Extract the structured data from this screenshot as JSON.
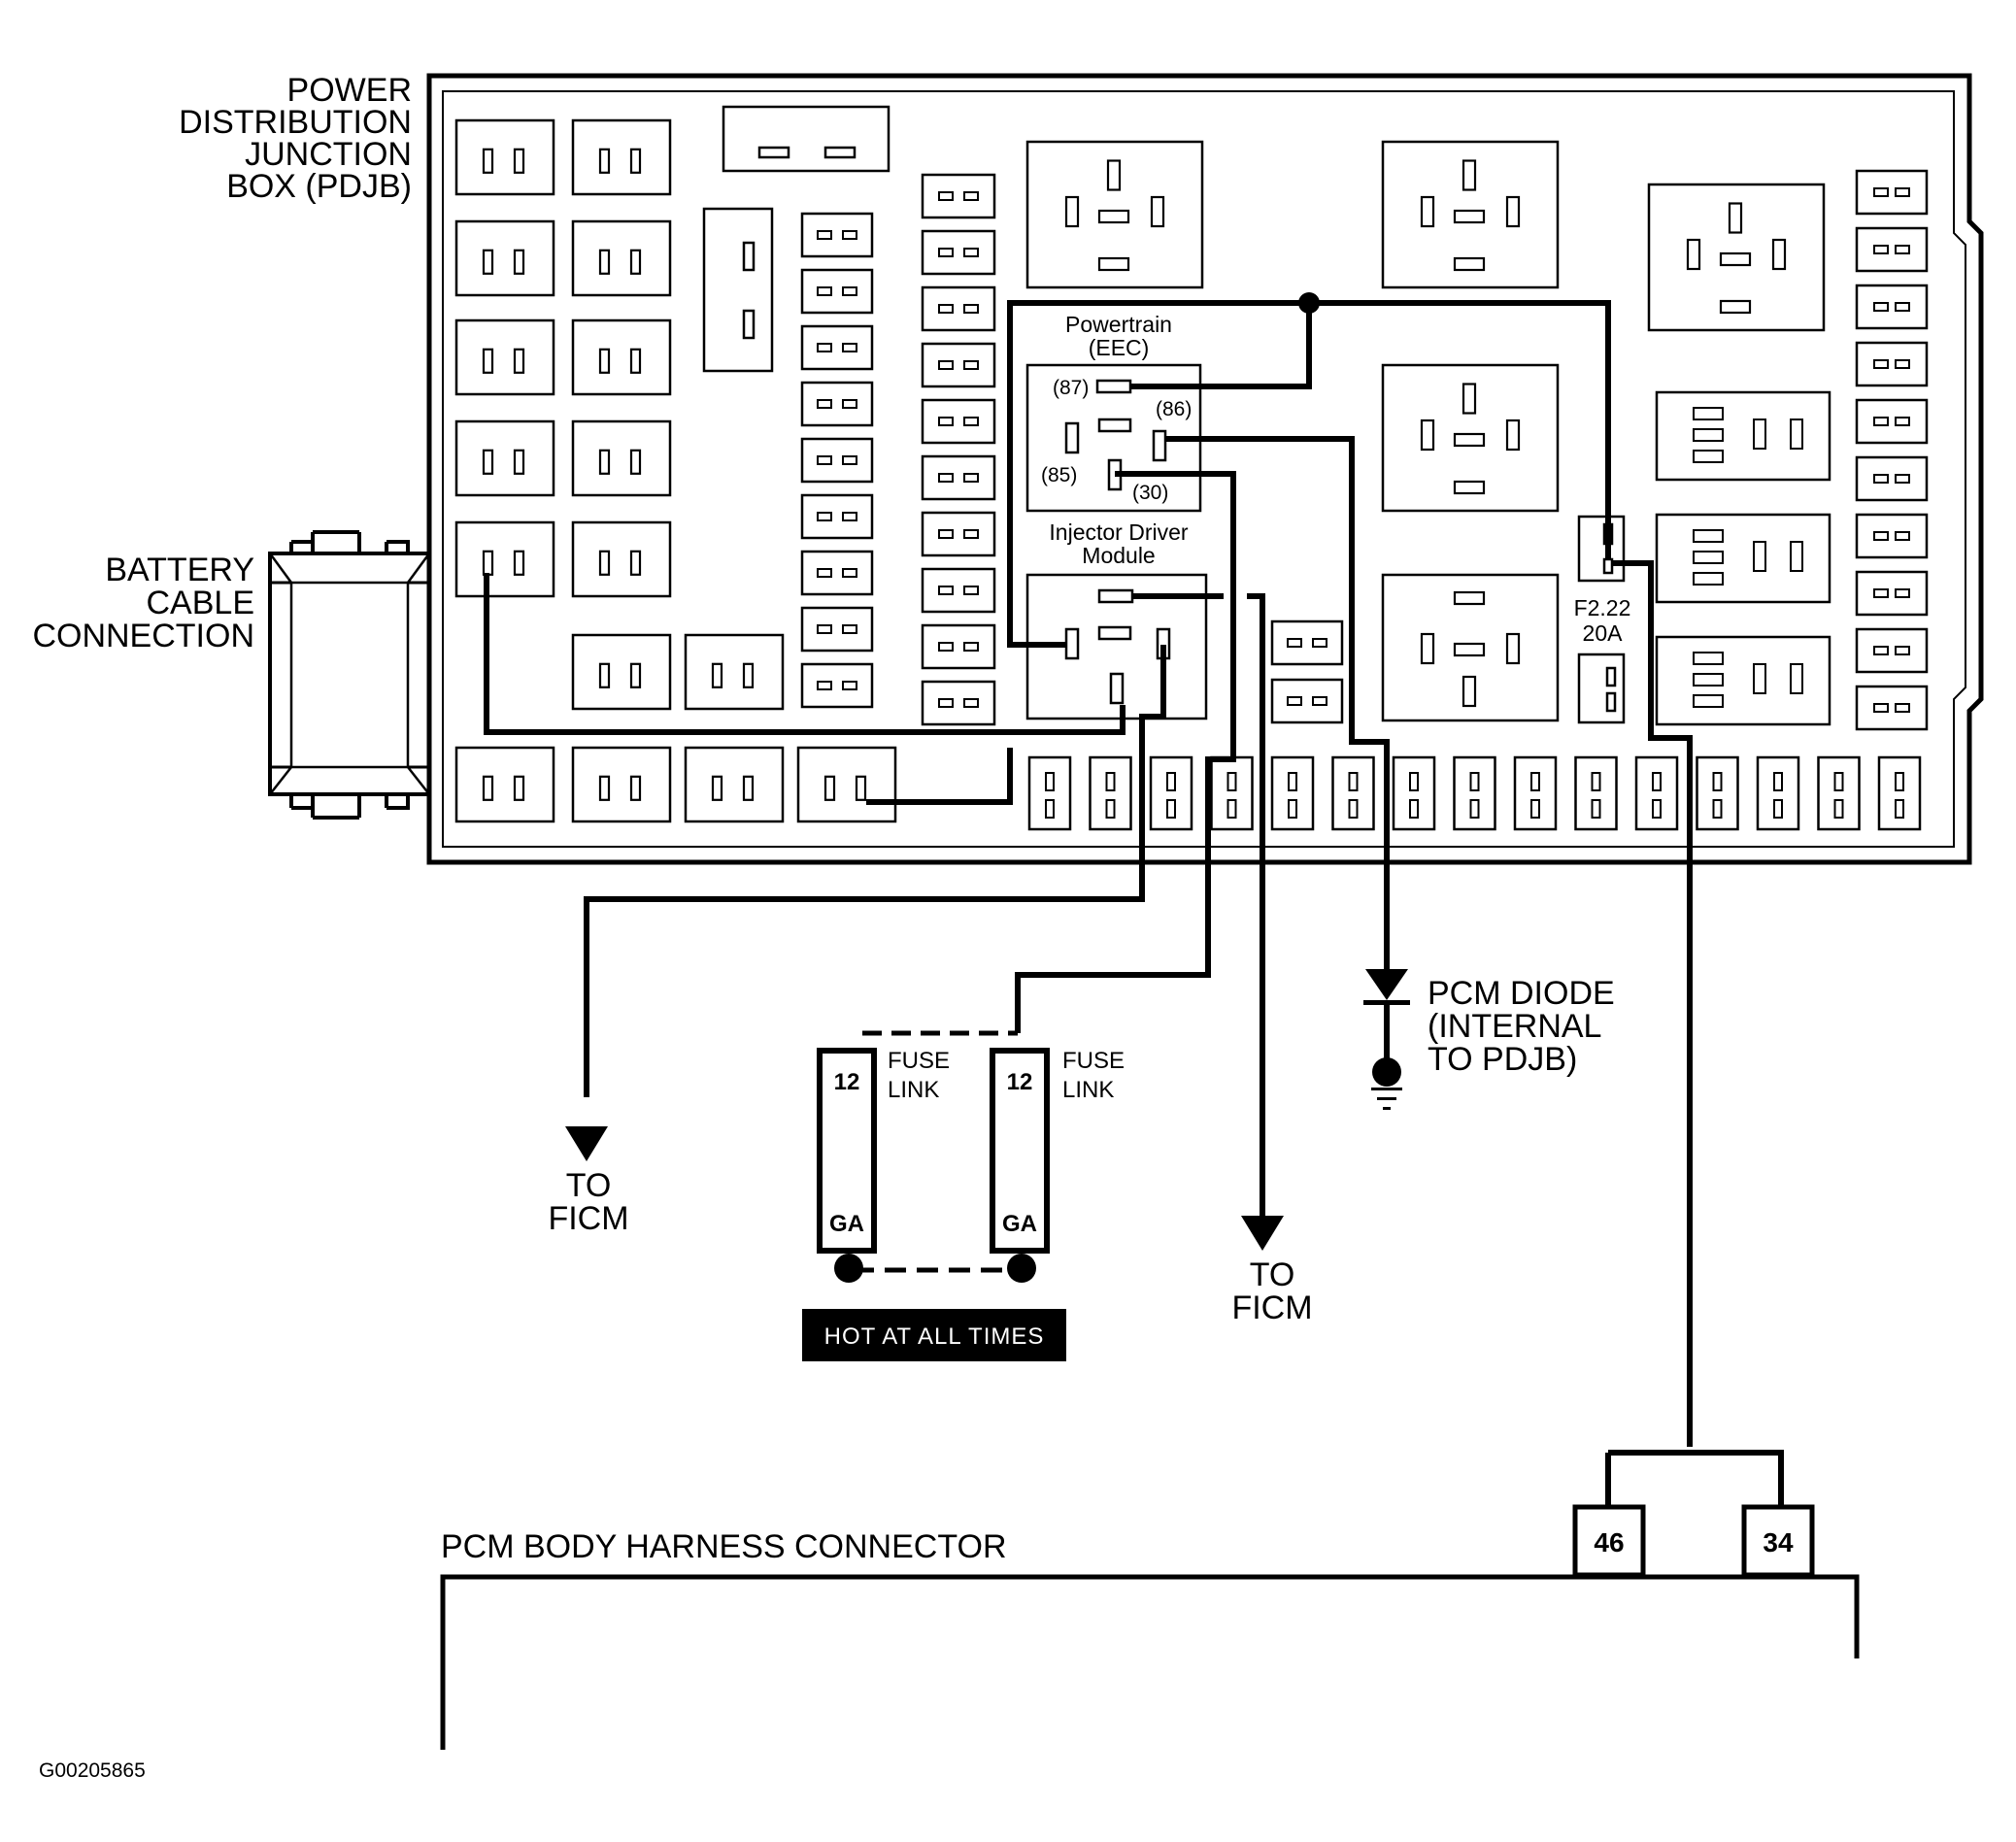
{
  "labels": {
    "pdjb": [
      "POWER",
      "DISTRIBUTION",
      "JUNCTION",
      "BOX (PDJB)"
    ],
    "battery": [
      "BATTERY",
      "CABLE",
      "CONNECTION"
    ],
    "powertrain_relay": [
      "Powertrain",
      "(EEC)"
    ],
    "injector_relay": [
      "Injector Driver",
      "Module"
    ],
    "terminal_87": "(87)",
    "terminal_86": "(86)",
    "terminal_85": "(85)",
    "terminal_30": "(30)",
    "fuse": [
      "F2.22",
      "20A"
    ],
    "pcm_diode": [
      "PCM DIODE",
      "(INTERNAL",
      "TO PDJB)"
    ],
    "to_ficm_left": [
      "TO",
      "FICM"
    ],
    "to_ficm_right": [
      "TO",
      "FICM"
    ],
    "fuse_link_left": {
      "gauge": "12",
      "gauge_unit": "GA",
      "caption": [
        "FUSE",
        "LINK"
      ]
    },
    "fuse_link_right": {
      "gauge": "12",
      "gauge_unit": "GA",
      "caption": [
        "FUSE",
        "LINK"
      ]
    },
    "hot_at_all_times": "HOT AT ALL TIMES",
    "pcm_connector": "PCM BODY HARNESS CONNECTOR",
    "pin_left": "46",
    "pin_right": "34",
    "figure_id": "G00205865"
  },
  "colors": {
    "line": "#000000",
    "background": "#ffffff",
    "badge": "#000000",
    "badge_text": "#ffffff"
  }
}
